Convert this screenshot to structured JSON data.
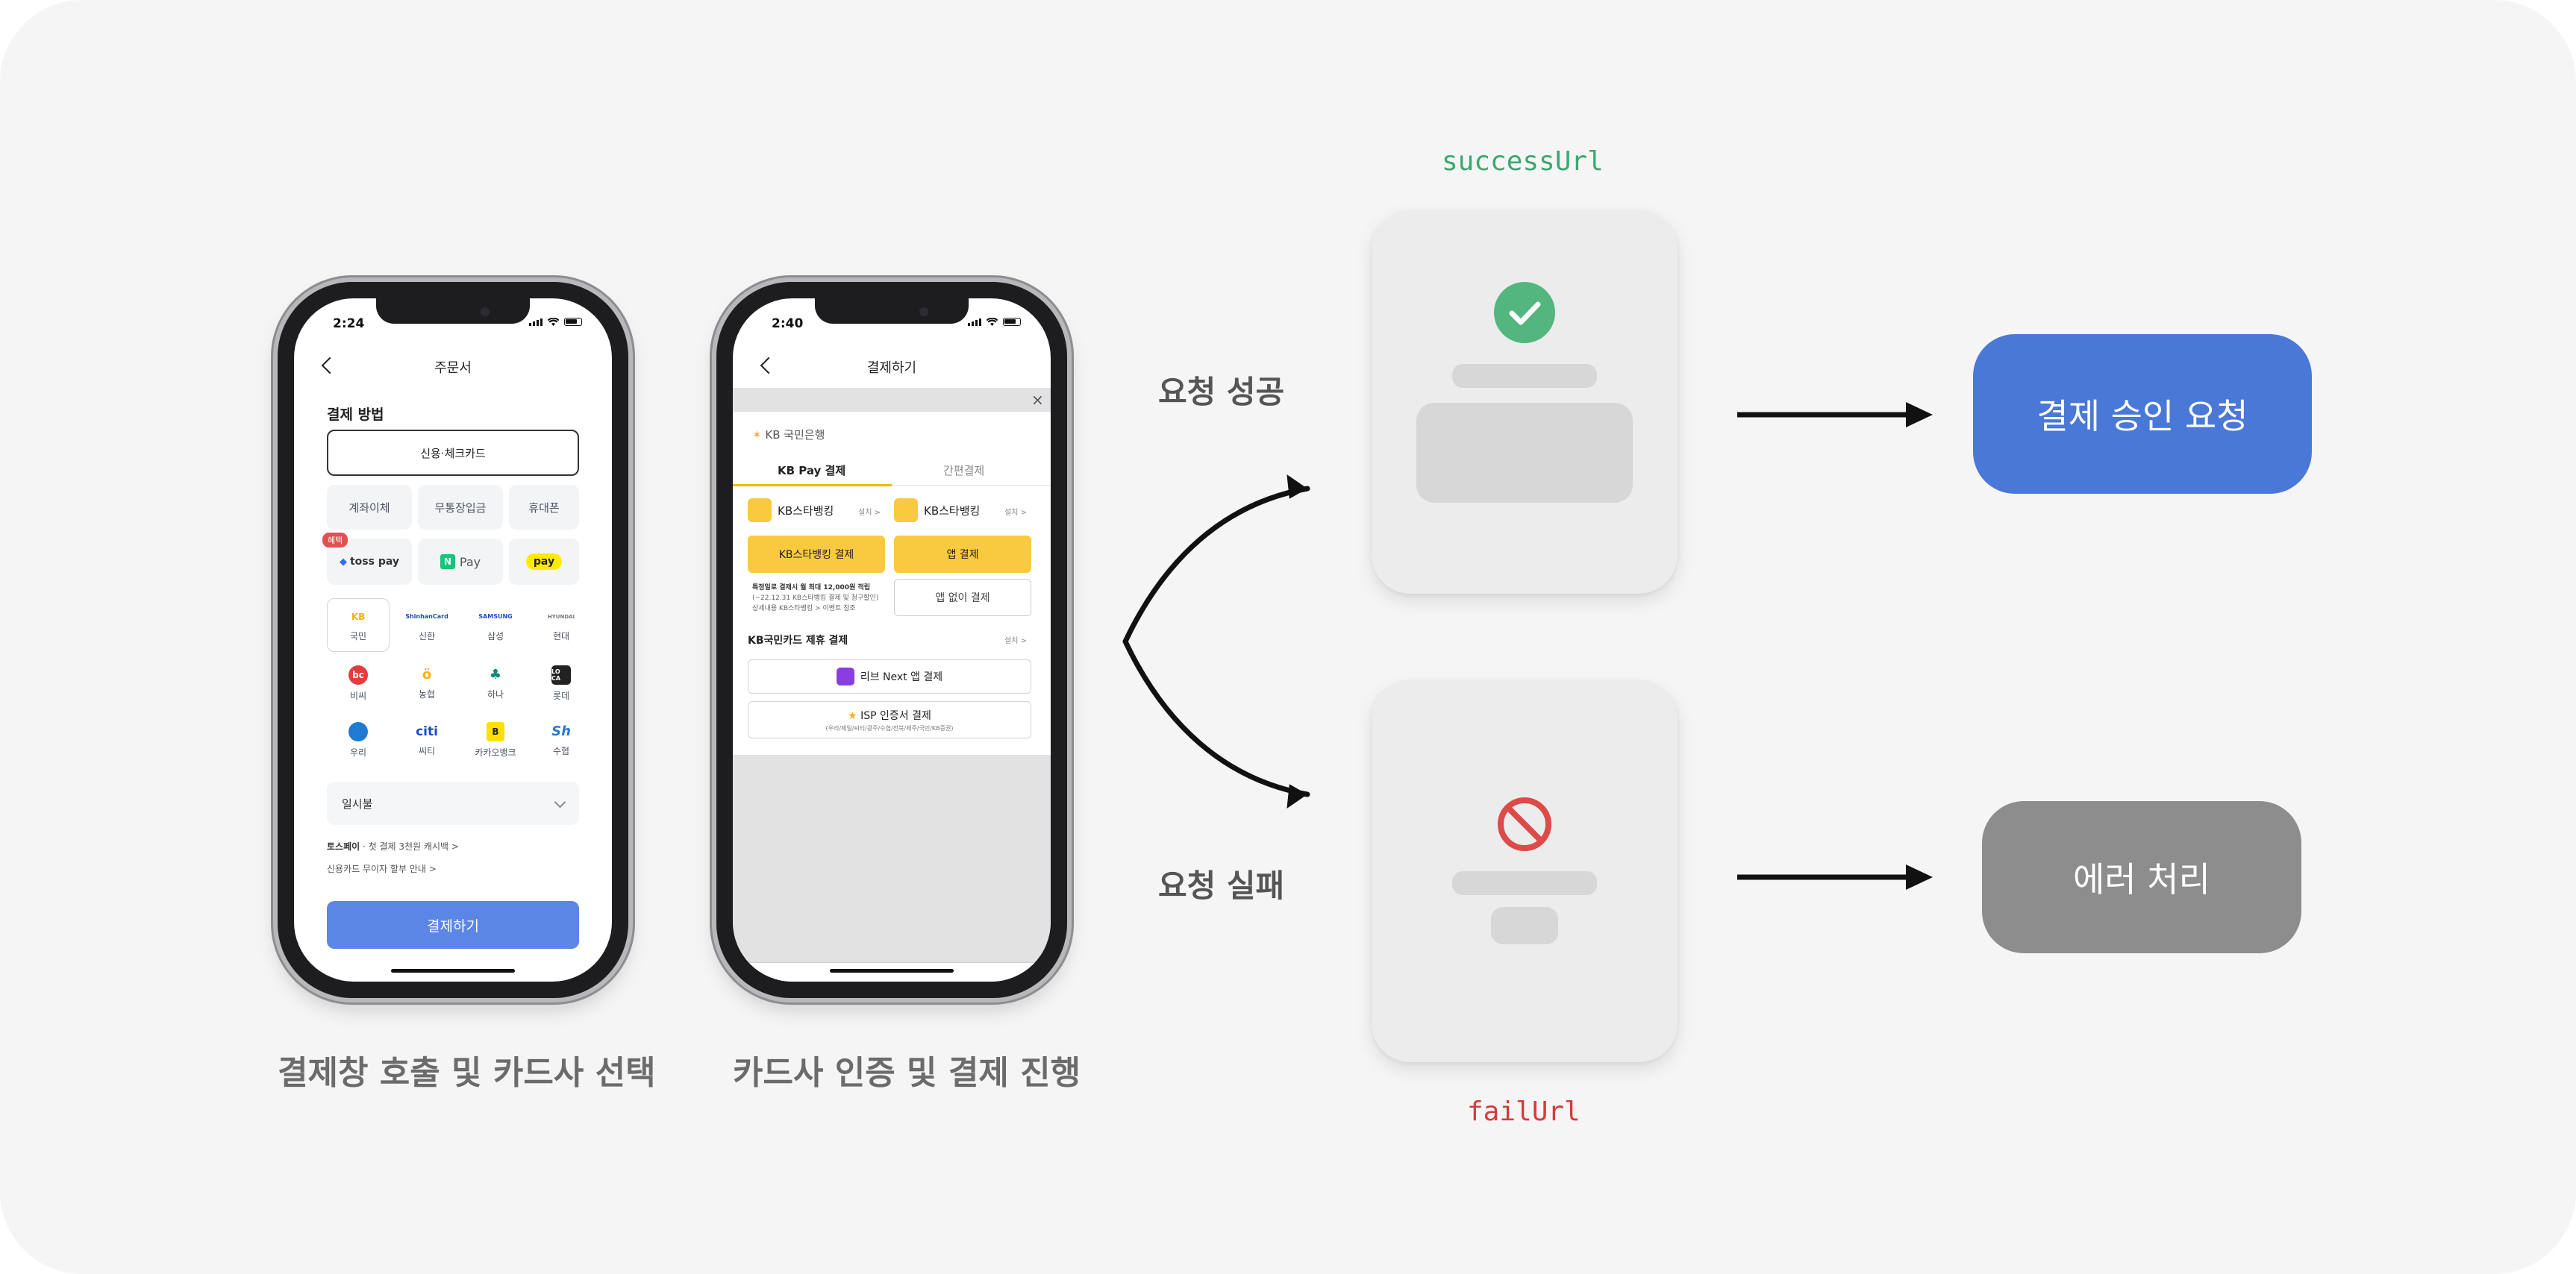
{
  "colors": {
    "background": "#f5f5f5",
    "success_url": "#3aa86f",
    "fail_url": "#d63a3a",
    "approve_button": "#4a78d6",
    "error_button": "#8d8d8d",
    "success_icon": "#53b67e",
    "fail_icon": "#dc4a4a",
    "pay_button": "#5b86e5",
    "kb_yellow": "#f9c940"
  },
  "phone1": {
    "time": "2:24",
    "title": "주문서",
    "section_title": "결제 방법",
    "selected_method": "신용·체크카드",
    "methods": [
      "계좌이체",
      "무통장입금",
      "휴대폰"
    ],
    "easy_pay": {
      "toss_badge": "혜택",
      "toss": "toss pay",
      "npay": "Pay",
      "kakao": "pay"
    },
    "banks": [
      "국민",
      "신한",
      "삼성",
      "현대",
      "비씨",
      "농협",
      "하나",
      "롯데",
      "우리",
      "씨티",
      "카카오뱅크",
      "수협"
    ],
    "bank_logos": [
      "KB",
      "ShinhanCard",
      "SAMSUNG",
      "HYUNDAI",
      "bc",
      "NH",
      "하나",
      "LO CA",
      "우리",
      "citi",
      "B",
      "Sh"
    ],
    "installment": "일시불",
    "promo_brand": "토스페이",
    "promo_text": "· 첫 결제 3천원 캐시백 >",
    "no_interest": "신용카드 무이자 할부 안내 >",
    "pay_button": "결제하기"
  },
  "phone2": {
    "time": "2:40",
    "title": "결제하기",
    "bank_name": "KB 국민은행",
    "tabs": [
      "KB Pay 결제",
      "간편결제"
    ],
    "app1": "KB스타뱅킹",
    "app2": "KB스타뱅킹",
    "install": "설치 >",
    "btn_kb": "KB스타뱅킹 결제",
    "btn_app": "앱 결제",
    "btn_noapp": "앱 없이 결제",
    "notice": [
      "특정일로 결제시 월 최대 12,000원 적립",
      "(~22.12.31 KB스타뱅킹 결제 및 청구할인)",
      "상세내용 KB스타뱅킹 > 이벤트 참조"
    ],
    "partner_title": "KB국민카드 제휴 결제",
    "partner_install": "설치 >",
    "liiv": "리브 Next 앱 결제",
    "isp": "ISP 인증서 결제",
    "isp_sub": "(우리/제일/씨티/광주/수협/전북/제주/국민/KB증권)"
  },
  "labels": {
    "caption1": "결제창 호출 및 카드사 선택",
    "caption2": "카드사 인증 및 결제 진행",
    "success": "요청 성공",
    "fail": "요청 실패",
    "success_url": "successUrl",
    "fail_url": "failUrl",
    "approve": "결제 승인 요청",
    "error": "에러 처리"
  },
  "icons": {
    "success": "check-circle-icon",
    "fail": "prohibited-icon",
    "arrow": "arrow-right-icon"
  }
}
